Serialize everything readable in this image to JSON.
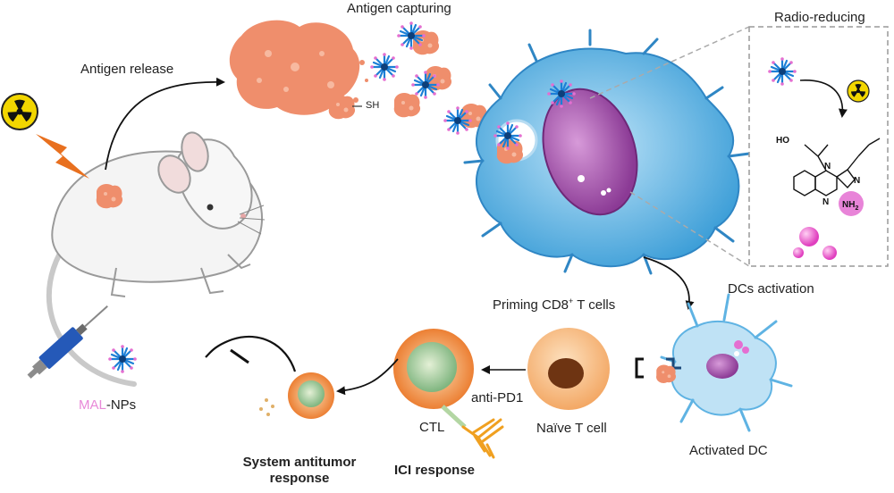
{
  "labels": {
    "antigen_release": "Antigen release",
    "antigen_capturing": "Antigen capturing",
    "radio_reducing": "Radio-reducing",
    "sh_group": "SH",
    "dcs_activation": "DCs activation",
    "priming_prefix": "Priming CD8",
    "priming_sup": "+",
    "priming_suffix": " T cells",
    "activated_dc": "Activated DC",
    "naive_t_cell": "Naïve T cell",
    "anti_pd1": "anti-PD1",
    "ctl": "CTL",
    "ici_response": "ICI response",
    "system_antitumor_line1": "System antitumor",
    "system_antitumor_line2": "response",
    "mal_part": "MAL",
    "nps_part": "-NPs"
  },
  "chemistry": {
    "ho": "HO",
    "n1": "N",
    "n2": "N",
    "n3": "N",
    "nh2": "NH",
    "nh2_sub": "2"
  },
  "colors": {
    "mal_pink": "#e889d8",
    "dc_blue": "#5fb3e3",
    "dc_dark": "#2f86c4",
    "nucleus_purple": "#a25ab0",
    "tumor_salmon": "#ef8e6c",
    "tcell_orange": "#f6b37a",
    "ctl_orange": "#ef8a3c",
    "ctl_green": "#a6cf9a",
    "np_blue": "#1c7fd6",
    "np_pink": "#e46fd1",
    "syringe_blue": "#2559b8",
    "antibody_orange": "#f0a020",
    "warning_orange": "#e8701f",
    "radiation_yellow": "#f2d600"
  },
  "icons": [
    "radiation-icon",
    "lightning-bolt-icon",
    "mouse-illustration",
    "syringe-icon",
    "nanoparticle-icon",
    "dendritic-cell-illustration",
    "antibody-icon",
    "inhibition-arrow-icon"
  ]
}
